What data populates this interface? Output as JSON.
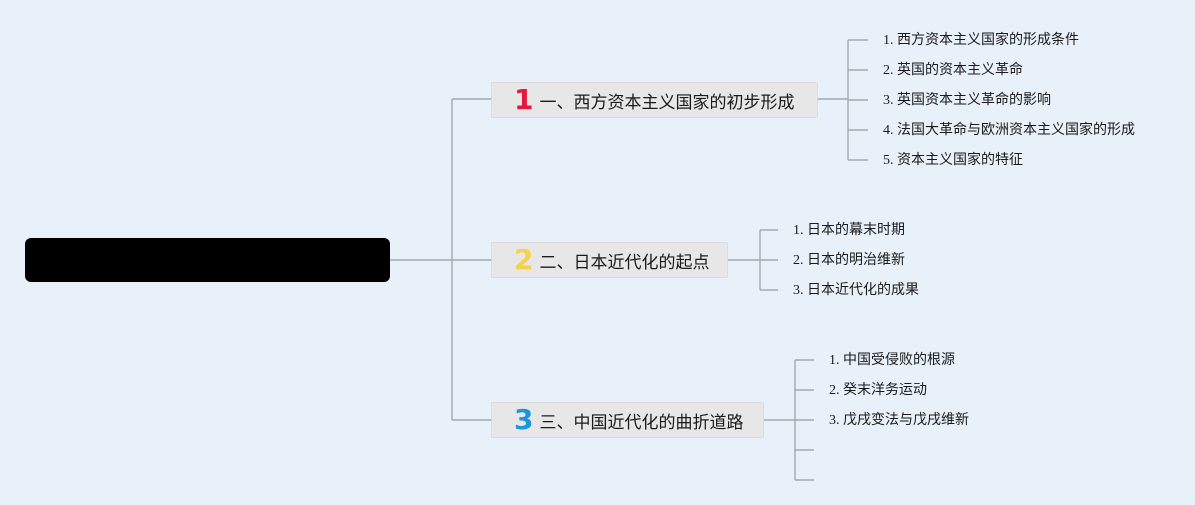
{
  "branches": [
    {
      "number": "1",
      "color": "#e5173f",
      "label": "一、西方资本主义国家的初步形成",
      "items": [
        "1. 西方资本主义国家的形成条件",
        "2. 英国的资本主义革命",
        "3. 英国资本主义革命的影响",
        "4. 法国大革命与欧洲资本主义国家的形成",
        "5. 资本主义国家的特征"
      ]
    },
    {
      "number": "2",
      "color": "#f4d24a",
      "label": "二、日本近代化的起点",
      "items": [
        "1. 日本的幕末时期",
        "2. 日本的明治维新",
        "3. 日本近代化的成果"
      ]
    },
    {
      "number": "3",
      "color": "#1f95d8",
      "label": "三、中国近代化的曲折道路",
      "items": [
        "1. 中国受侵败的根源",
        "2. 癸末洋务运动",
        "3. 戊戌变法与戊戌维新",
        "",
        ""
      ]
    }
  ]
}
